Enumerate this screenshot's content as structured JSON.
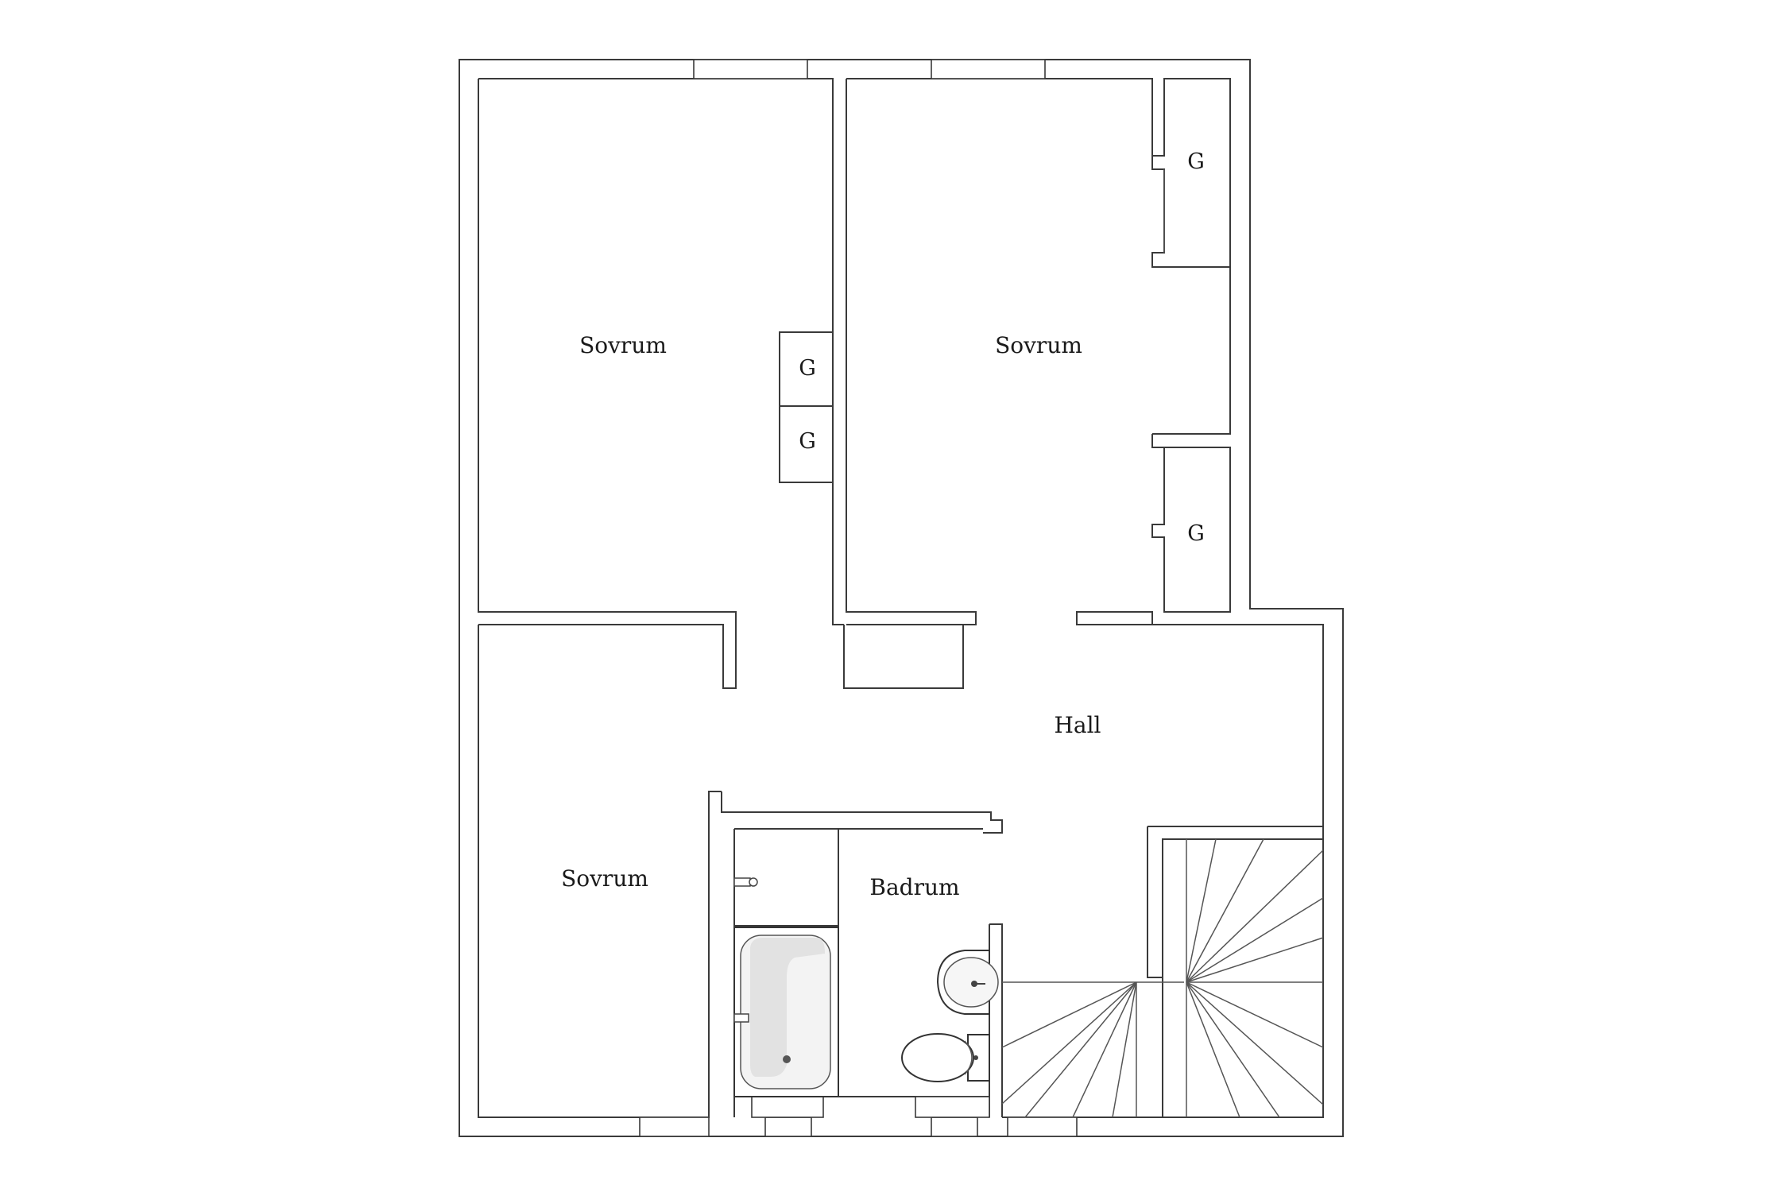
{
  "rooms": {
    "bedroom_top_left": "Sovrum",
    "bedroom_top_right": "Sovrum",
    "bedroom_bottom_left": "Sovrum",
    "hall": "Hall",
    "bathroom": "Badrum"
  },
  "closets": {
    "left_upper": "G",
    "left_lower": "G",
    "right_upper": "G",
    "right_lower": "G"
  }
}
